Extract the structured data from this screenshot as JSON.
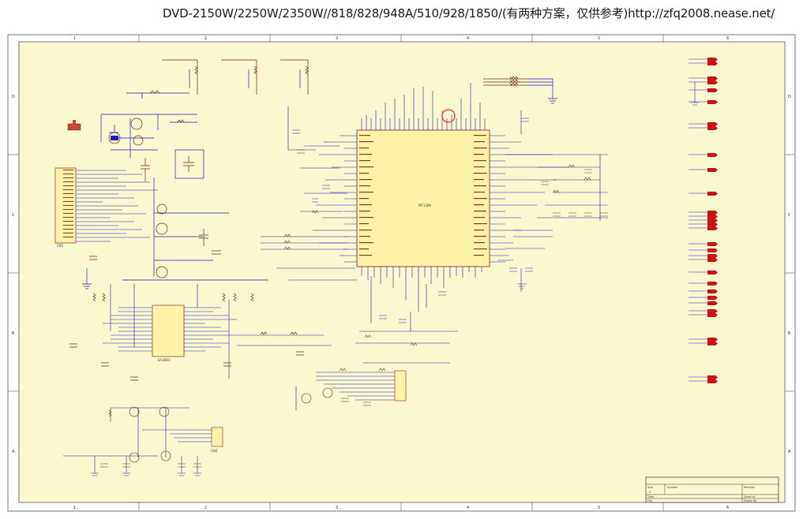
{
  "header": {
    "title": "DVD-2150W/2250W/2350W//818/828/948A/510/928/1850/(有两种方案，仅供参考)http://zfq2008.nease.net/"
  },
  "sheet": {
    "border_top_numbers": [
      "1",
      "2",
      "3",
      "4",
      "5",
      "6"
    ],
    "border_bottom_numbers": [
      "1",
      "2",
      "3",
      "4",
      "5",
      "6"
    ],
    "border_left_letters": [
      "D",
      "C",
      "B",
      "A"
    ],
    "border_right_letters": [
      "D",
      "C",
      "B",
      "A"
    ],
    "colors": {
      "paper": "#fbf8cf",
      "wire": "#1a1acc",
      "component": "#6e2a00",
      "ic_fill": "#fff3a8",
      "ic_outline": "#a04040",
      "port": "#cc1111",
      "highlight": "#e03030",
      "border": "#555555"
    }
  },
  "components": {
    "main_ic_label": "MT1389",
    "sub_ic_label": "EA3881",
    "connector_label": "CN1",
    "connector_bottom_label": "CN2"
  },
  "title_block": {
    "size_label": "Size",
    "number_label": "Number",
    "revision_label": "Revision",
    "size_value": "C",
    "date_label": "Date",
    "file_label": "File",
    "sheet_label": "Sheet of",
    "drawn_label": "Drawn By"
  }
}
